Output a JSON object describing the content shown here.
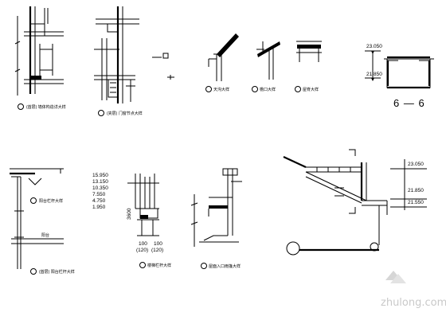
{
  "drawing": {
    "captions": {
      "c1": "(首层) 墙体构造详大样",
      "c2": "(夹层) 门窗节点大样",
      "c3": "天沟大样",
      "c4": "檐口大样",
      "c5": "屋脊大样",
      "c6": "阳台栏杆大样",
      "c7": "(首层) 阳台栏杆大样",
      "c8": "楼梯栏杆大样",
      "c9": "屋面入口雨篷大样"
    },
    "section_label": "6 — 6",
    "balcony_text": "阳台",
    "elevations": {
      "sec6_top": "23.050",
      "sec6_mid": "21.850",
      "right_top": "23.050",
      "right_mid": "21.850",
      "right_bot": "21.550"
    },
    "stair_levels": [
      "15.950",
      "13.150",
      "10.350",
      "7.550",
      "4.750",
      "1.950"
    ],
    "stair_dim": "3600",
    "dim_labels": [
      "100",
      "(120)",
      "100",
      "(120)"
    ],
    "watermark": "zhulong.com"
  }
}
